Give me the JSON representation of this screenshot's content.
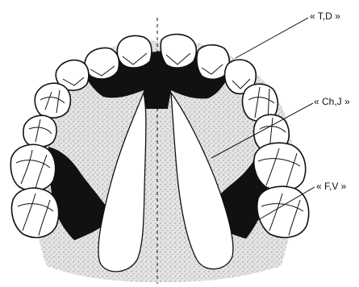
{
  "labels": {
    "td": "« T,D »",
    "chj": "« Ch,J »",
    "fv": "« F,V »"
  },
  "colors": {
    "contact_zone": "#111111",
    "palate_stipple": "#cfcfcf",
    "outline": "#111111",
    "background": "#ffffff"
  }
}
